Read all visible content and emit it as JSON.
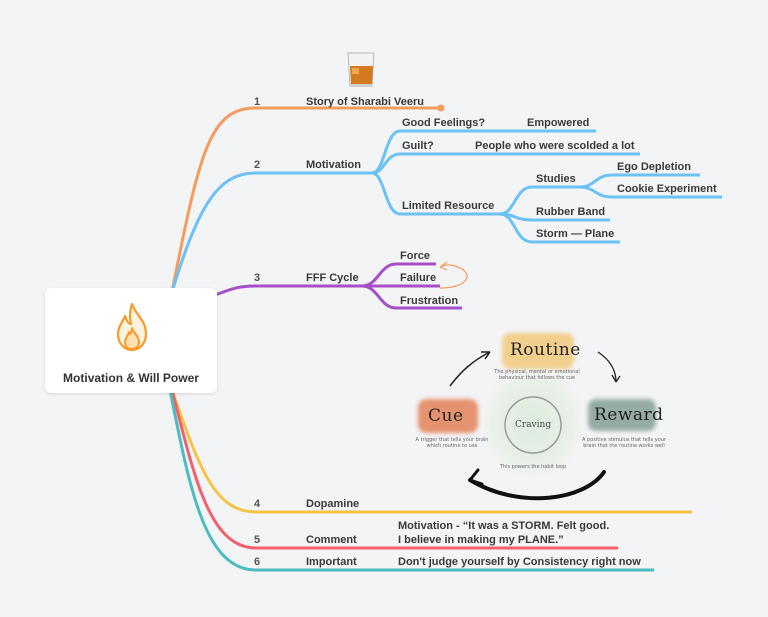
{
  "root": {
    "title": "Motivation & Will Power",
    "icon": "fire-icon"
  },
  "branches": [
    {
      "num": "1",
      "label": "Story of Sharabi Veeru",
      "color": "#f59b5c",
      "icon": "whiskey-glass-icon"
    },
    {
      "num": "2",
      "label": "Motivation",
      "color": "#6cc1f5",
      "children": {
        "good_feelings": "Good Feelings?",
        "empowered": "Empowered",
        "guilt": "Guilt?",
        "scolded": "People who were scolded a lot",
        "limited": "Limited Resource",
        "studies": "Studies",
        "ego": "Ego Depletion",
        "cookie": "Cookie Experiment",
        "rubber": "Rubber Band",
        "storm": "Storm — Plane"
      }
    },
    {
      "num": "3",
      "label": "FFF Cycle",
      "color": "#a64fc6",
      "children": {
        "force": "Force",
        "failure": "Failure",
        "frustration": "Frustration"
      }
    },
    {
      "num": "4",
      "label": "Dopamine",
      "color": "#f6c445"
    },
    {
      "num": "5",
      "label": "Comment",
      "color": "#f2606b",
      "note_line1": "Motivation - “It was a STORM. Felt good.",
      "note_line2": "I believe in making my PLANE.”"
    },
    {
      "num": "6",
      "label": "Important",
      "color": "#4cbcbf",
      "note": "Don't judge yourself by Consistency right now"
    }
  ],
  "habit_loop": {
    "routine": "Routine",
    "routine_desc": "The physical, mental or emotional behaviour that follows the cue",
    "cue": "Cue",
    "cue_desc": "A trigger that tells your brain which routine to use",
    "reward": "Reward",
    "reward_desc": "A positive stimulus that tells your brain that the routine works well",
    "craving": "Craving",
    "craving_desc": "This powers the habit loop"
  }
}
